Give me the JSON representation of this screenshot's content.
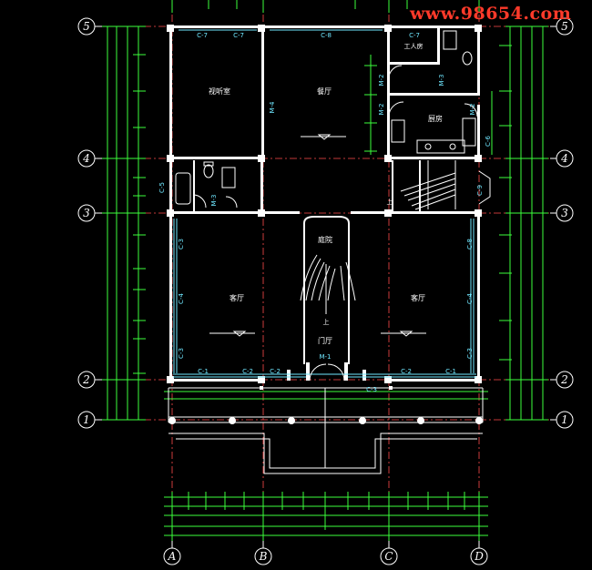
{
  "watermark": "www.98654.com",
  "grid_rows": [
    "5",
    "4",
    "3",
    "2",
    "1"
  ],
  "grid_cols": [
    "A",
    "B",
    "C",
    "D"
  ],
  "rooms": {
    "study": "视听室",
    "dining": "餐厅",
    "servant": "工人房",
    "kitchen": "厨房",
    "courtyard": "庭院",
    "living_left": "客厅",
    "living_right": "客厅",
    "foyer": "门厅",
    "stair_up_main": "上",
    "stair_up_side": "上"
  },
  "labels": {
    "c7a": "C-7",
    "c7b": "C-7",
    "c8_top": "C-8",
    "c7_servant": "C-7",
    "m2a": "M-2",
    "m3a": "M-3",
    "m2b": "M-2",
    "m2c": "M-2",
    "m4": "M-4",
    "c6": "C-6",
    "c5": "C-5",
    "m3b": "M-3",
    "c9": "C-9",
    "c3_left_top": "C-3",
    "c4_left": "C-4",
    "c3_left_bot": "C-3",
    "c8_right_top": "C-8",
    "c4_right": "C-4",
    "c3_right_bot": "C-3",
    "c1_left": "C-1",
    "c2_left_a": "C-2",
    "c2_left_b": "C-2",
    "m1": "M-1",
    "c2_right": "C-2",
    "c1_right": "C-1",
    "c3_front": "C-3"
  }
}
